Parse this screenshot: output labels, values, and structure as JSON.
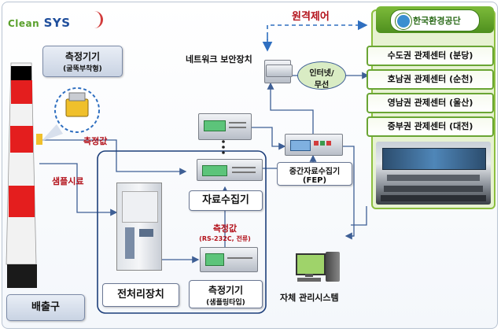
{
  "logo": {
    "part1": "Clean",
    "part2": "SYS"
  },
  "stack_labels": {
    "measuring_device": "측정기기",
    "measuring_device_sub": "(굴뚝부착형)",
    "outlet": "배출구",
    "measured_value": "측정값",
    "sample": "샘플시료"
  },
  "nodes": {
    "network_security": "네트워크 보안장치",
    "data_collector": "자료수집기",
    "measured_value_serial": "측정값",
    "measured_value_serial_sub": "(RS-232C, 전류)",
    "preprocessor": "전처리장치",
    "measuring_device2": "측정기기",
    "measuring_device2_sub": "(샘플링타입)",
    "fep": "중간자료수집기",
    "fep_sub": "(FEP)",
    "own_system": "자체 관리시스템",
    "internet_line1": "인터넷/",
    "internet_line2": "무선",
    "remote_control": "원격제어"
  },
  "agency": {
    "name": "한국환경공단",
    "centers": [
      "수도권 관제센터 (분당)",
      "호남권 관제센터 (순천)",
      "영남권 관제센터 (울산)",
      "중부권 관제센터 (대전)"
    ]
  },
  "colors": {
    "red": "#b3121b",
    "navy": "#1d3f7a",
    "green": "#6aa534",
    "dashed_blue": "#2f6fc0"
  }
}
